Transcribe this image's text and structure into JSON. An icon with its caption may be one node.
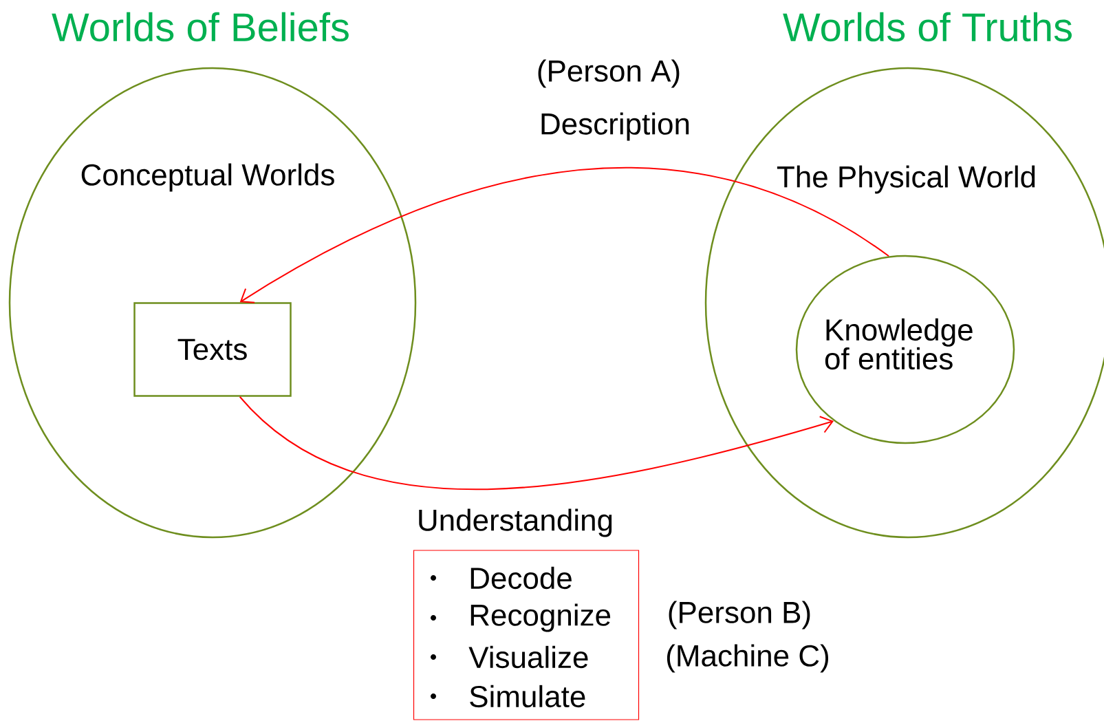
{
  "diagram": {
    "nodes": [
      {
        "text": [
          "Worlds of Beliefs",
          "Conceptual Worlds"
        ]
      },
      {
        "text": [
          "Texts"
        ],
        "in": 0
      },
      {
        "text": [
          "Worlds of Truths",
          "The Physical World"
        ]
      },
      {
        "text": [
          "Knowledge of entities"
        ],
        "in": 2
      },
      {
        "text": [
          "Decode",
          "Recognize",
          "Visualize",
          "Simulate"
        ]
      }
    ],
    "edges": [
      {
        "from": 3,
        "to": 1,
        "arrow": "to",
        "label": "Description"
      },
      {
        "from": 1,
        "to": 3,
        "arrow": "to",
        "label": "Understanding"
      }
    ],
    "labels": [
      "(Person A)",
      "(Person B)",
      "(Machine C)"
    ]
  }
}
